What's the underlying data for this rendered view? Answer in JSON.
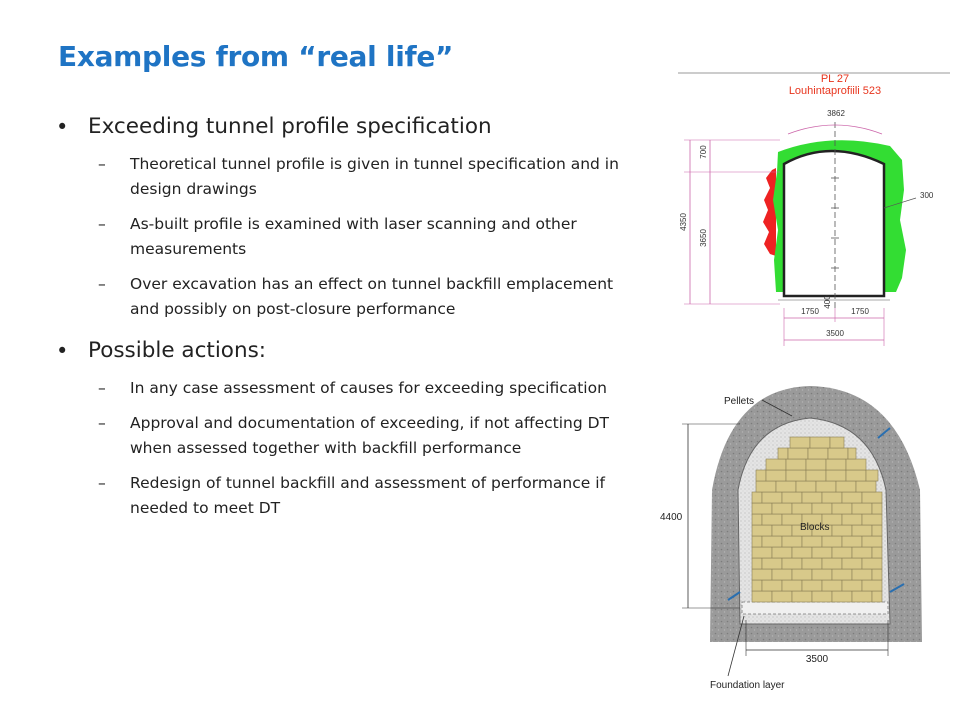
{
  "slide": {
    "title": "Examples from “real life”",
    "bullets": [
      {
        "text": "Exceeding tunnel profile specification",
        "subs": [
          "Theoretical tunnel profile is given in tunnel specification and in design drawings",
          "As-built profile is examined with laser scanning and other measurements",
          "Over excavation has an effect on tunnel backfill emplacement and possibly on post-closure performance"
        ]
      },
      {
        "text": "Possible actions:",
        "subs": [
          "In any case assessment of causes for exceeding specification",
          "Approval and documentation of  exceeding, if not affecting DT when assessed together with backfill performance",
          "Redesign of tunnel backfill and assessment of performance if needed to meet DT"
        ]
      }
    ]
  },
  "profile_figure": {
    "title_line1": "PL 27",
    "title_line2": "Louhintaprofiili 523",
    "dim_top_width": "3862",
    "dim_total_height": "4350",
    "dim_arch_height": "700",
    "dim_wall_height": "3650",
    "dim_right_offset": "300",
    "dim_floor_depth": "400",
    "dim_half_left": "1750",
    "dim_half_right": "1750",
    "dim_total_width": "3500",
    "colors": {
      "title": "#e8351e",
      "overbreak": "#33dd33",
      "underbreak": "#ee2222",
      "dims": "#cc66aa"
    }
  },
  "backfill_figure": {
    "label_pellets": "Pellets",
    "label_blocks": "Blocks",
    "label_foundation": "Foundation layer",
    "dim_height": "4400",
    "dim_width": "3500",
    "colors": {
      "rock": "#9a9a9a",
      "block": "#d8c98a",
      "block_line": "#8a7f55",
      "pellets": "#e4e4e4"
    }
  }
}
